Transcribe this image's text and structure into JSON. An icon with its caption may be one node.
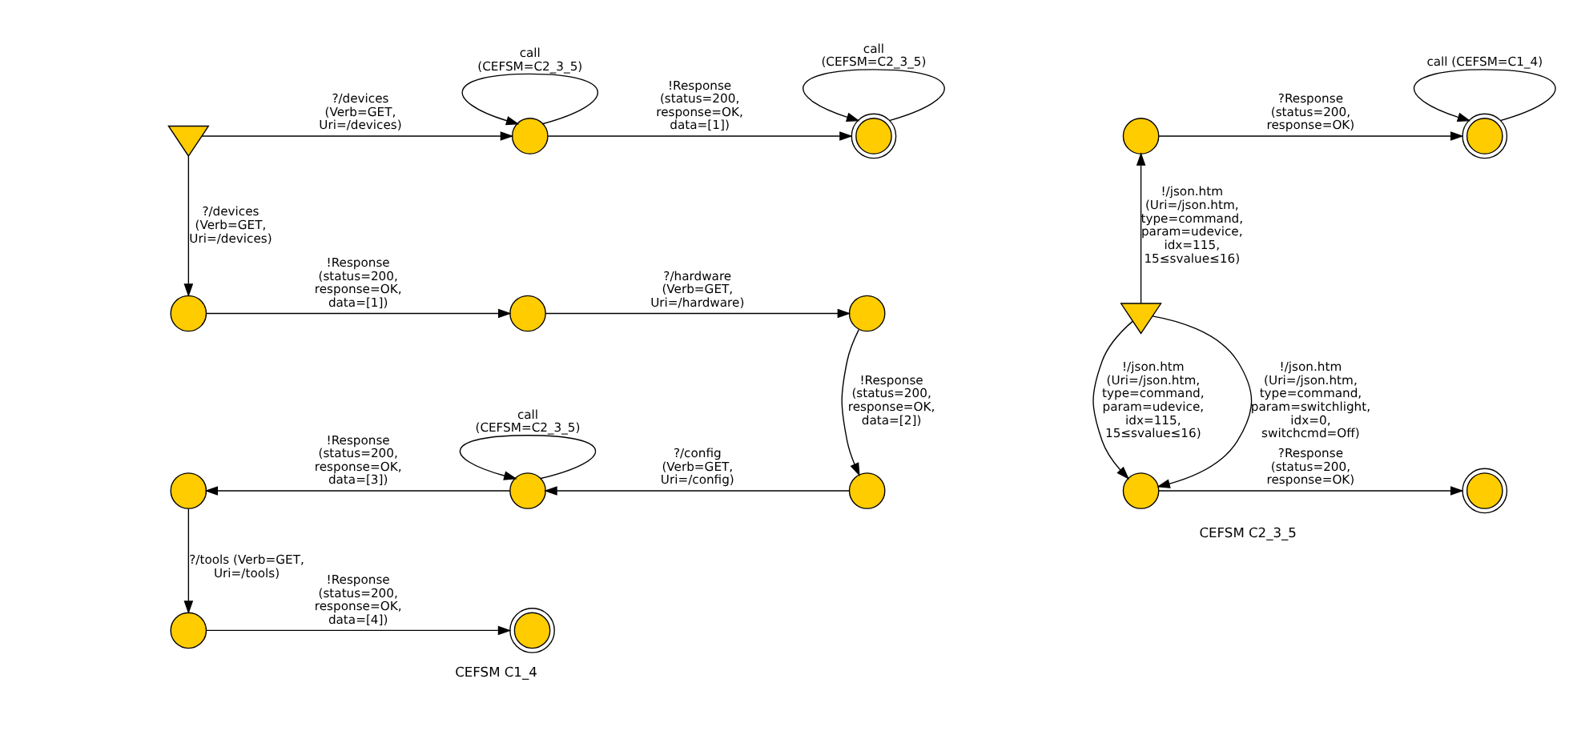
{
  "diagram": {
    "nodes": [
      {
        "text": [],
        "shape": "invtriangle"
      },
      {
        "text": [],
        "shape": "circle"
      },
      {
        "text": [],
        "shape": "doublecircle"
      },
      {
        "text": [],
        "shape": "circle"
      },
      {
        "text": [],
        "shape": "circle"
      },
      {
        "text": [],
        "shape": "circle"
      },
      {
        "text": [],
        "shape": "circle"
      },
      {
        "text": [],
        "shape": "circle"
      },
      {
        "text": [],
        "shape": "circle"
      },
      {
        "text": [],
        "shape": "circle"
      },
      {
        "text": [],
        "shape": "doublecircle"
      },
      {
        "text": [],
        "shape": "circle"
      },
      {
        "text": [],
        "shape": "doublecircle"
      },
      {
        "text": [],
        "shape": "invtriangle"
      },
      {
        "text": [],
        "shape": "circle"
      },
      {
        "text": [],
        "shape": "doublecircle"
      }
    ],
    "edges": [
      {
        "from": 0,
        "to": 1,
        "arrow": "to",
        "label": "?/devices (Verb=GET, Uri=/devices)"
      },
      {
        "from": 1,
        "to": 1,
        "arrow": "to",
        "label": "call (CEFSM=C2_3_5)"
      },
      {
        "from": 1,
        "to": 2,
        "arrow": "to",
        "label": "!Response (status=200, response=OK, data=[1])"
      },
      {
        "from": 2,
        "to": 2,
        "arrow": "to",
        "label": "call (CEFSM=C2_3_5)"
      },
      {
        "from": 0,
        "to": 3,
        "arrow": "to",
        "label": "?/devices (Verb=GET, Uri=/devices)"
      },
      {
        "from": 3,
        "to": 4,
        "arrow": "to",
        "label": "!Response (status=200, response=OK, data=[1])"
      },
      {
        "from": 4,
        "to": 5,
        "arrow": "to",
        "label": "?/hardware (Verb=GET, Uri=/hardware)"
      },
      {
        "from": 5,
        "to": 8,
        "arrow": "to",
        "label": "!Response (status=200, response=OK, data=[2])"
      },
      {
        "from": 8,
        "to": 7,
        "arrow": "to",
        "label": "?/config (Verb=GET, Uri=/config)"
      },
      {
        "from": 7,
        "to": 7,
        "arrow": "to",
        "label": "call (CEFSM=C2_3_5)"
      },
      {
        "from": 7,
        "to": 6,
        "arrow": "to",
        "label": "!Response (status=200, response=OK, data=[3])"
      },
      {
        "from": 6,
        "to": 9,
        "arrow": "to",
        "label": "?/tools (Verb=GET, Uri=/tools)"
      },
      {
        "from": 9,
        "to": 10,
        "arrow": "to",
        "label": "!Response (status=200, response=OK, data=[4])"
      },
      {
        "from": 13,
        "to": 11,
        "arrow": "to",
        "label": "!/json.htm (Uri=/json.htm, type=command, param=udevice, idx=115, 15≤svalue≤16)"
      },
      {
        "from": 11,
        "to": 12,
        "arrow": "to",
        "label": "?Response (status=200, response=OK)"
      },
      {
        "from": 12,
        "to": 12,
        "arrow": "to",
        "label": "call (CEFSM=C1_4)"
      },
      {
        "from": 13,
        "to": 14,
        "arrow": "to",
        "label": "!/json.htm (Uri=/json.htm, type=command, param=udevice, idx=115, 15≤svalue≤16)"
      },
      {
        "from": 13,
        "to": 14,
        "arrow": "to",
        "label": "!/json.htm (Uri=/json.htm, type=command, param=switchlight, idx=0, switchcmd=Off)"
      },
      {
        "from": 14,
        "to": 15,
        "arrow": "to",
        "label": "?Response (status=200, response=OK)"
      }
    ],
    "labels": [
      "CEFSM C1_4",
      "CEFSM C2_3_5"
    ]
  }
}
